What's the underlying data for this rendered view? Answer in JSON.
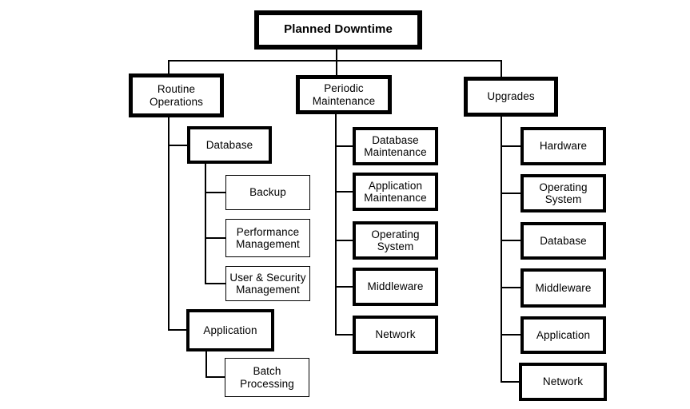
{
  "colors": {
    "background": "#ffffff",
    "box_fill": "#ffffff",
    "border": "#000000",
    "line": "#000000",
    "text": "#000000"
  },
  "diagram": {
    "root": {
      "label": "Planned Downtime"
    },
    "branches": [
      {
        "label": "Routine\nOperations",
        "children": [
          {
            "label": "Database",
            "children": [
              {
                "label": "Backup"
              },
              {
                "label": "Performance\nManagement"
              },
              {
                "label": "User & Security\nManagement"
              }
            ]
          },
          {
            "label": "Application",
            "children": [
              {
                "label": "Batch\nProcessing"
              }
            ]
          }
        ]
      },
      {
        "label": "Periodic\nMaintenance",
        "children": [
          {
            "label": "Database\nMaintenance"
          },
          {
            "label": "Application\nMaintenance"
          },
          {
            "label": "Operating\nSystem"
          },
          {
            "label": "Middleware"
          },
          {
            "label": "Network"
          }
        ]
      },
      {
        "label": "Upgrades",
        "children": [
          {
            "label": "Hardware"
          },
          {
            "label": "Operating\nSystem"
          },
          {
            "label": "Database"
          },
          {
            "label": "Middleware"
          },
          {
            "label": "Application"
          },
          {
            "label": "Network"
          }
        ]
      }
    ]
  }
}
